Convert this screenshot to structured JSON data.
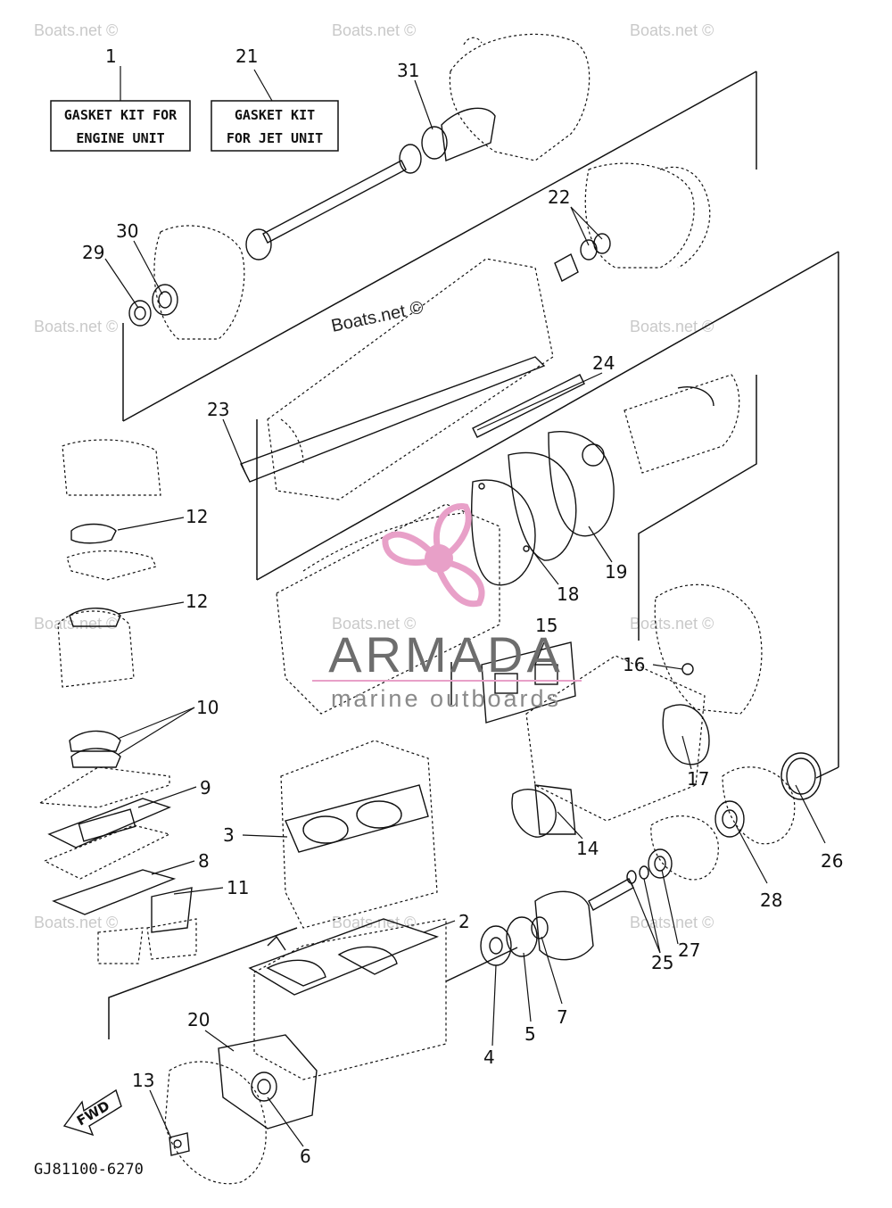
{
  "kit_boxes": {
    "engine": {
      "number": "1",
      "line1": "GASKET KIT FOR",
      "line2": "ENGINE UNIT"
    },
    "jet": {
      "number": "21",
      "line1": "GASKET KIT",
      "line2": "FOR JET UNIT"
    }
  },
  "callouts": [
    "31",
    "22",
    "30",
    "29",
    "24",
    "23",
    "12",
    "12",
    "19",
    "18",
    "15",
    "16",
    "10",
    "9",
    "3",
    "8",
    "11",
    "17",
    "14",
    "26",
    "28",
    "2",
    "27",
    "25",
    "7",
    "5",
    "4",
    "20",
    "13",
    "6"
  ],
  "watermark": {
    "main": "Boats.net ©",
    "faint": "Boats.net ©"
  },
  "brand": {
    "name": "ARMADA",
    "tagline": "marine outboards",
    "accent": "#e8a0c8"
  },
  "fwd_label": "FWD",
  "drawing_code": "GJ81100-6270"
}
